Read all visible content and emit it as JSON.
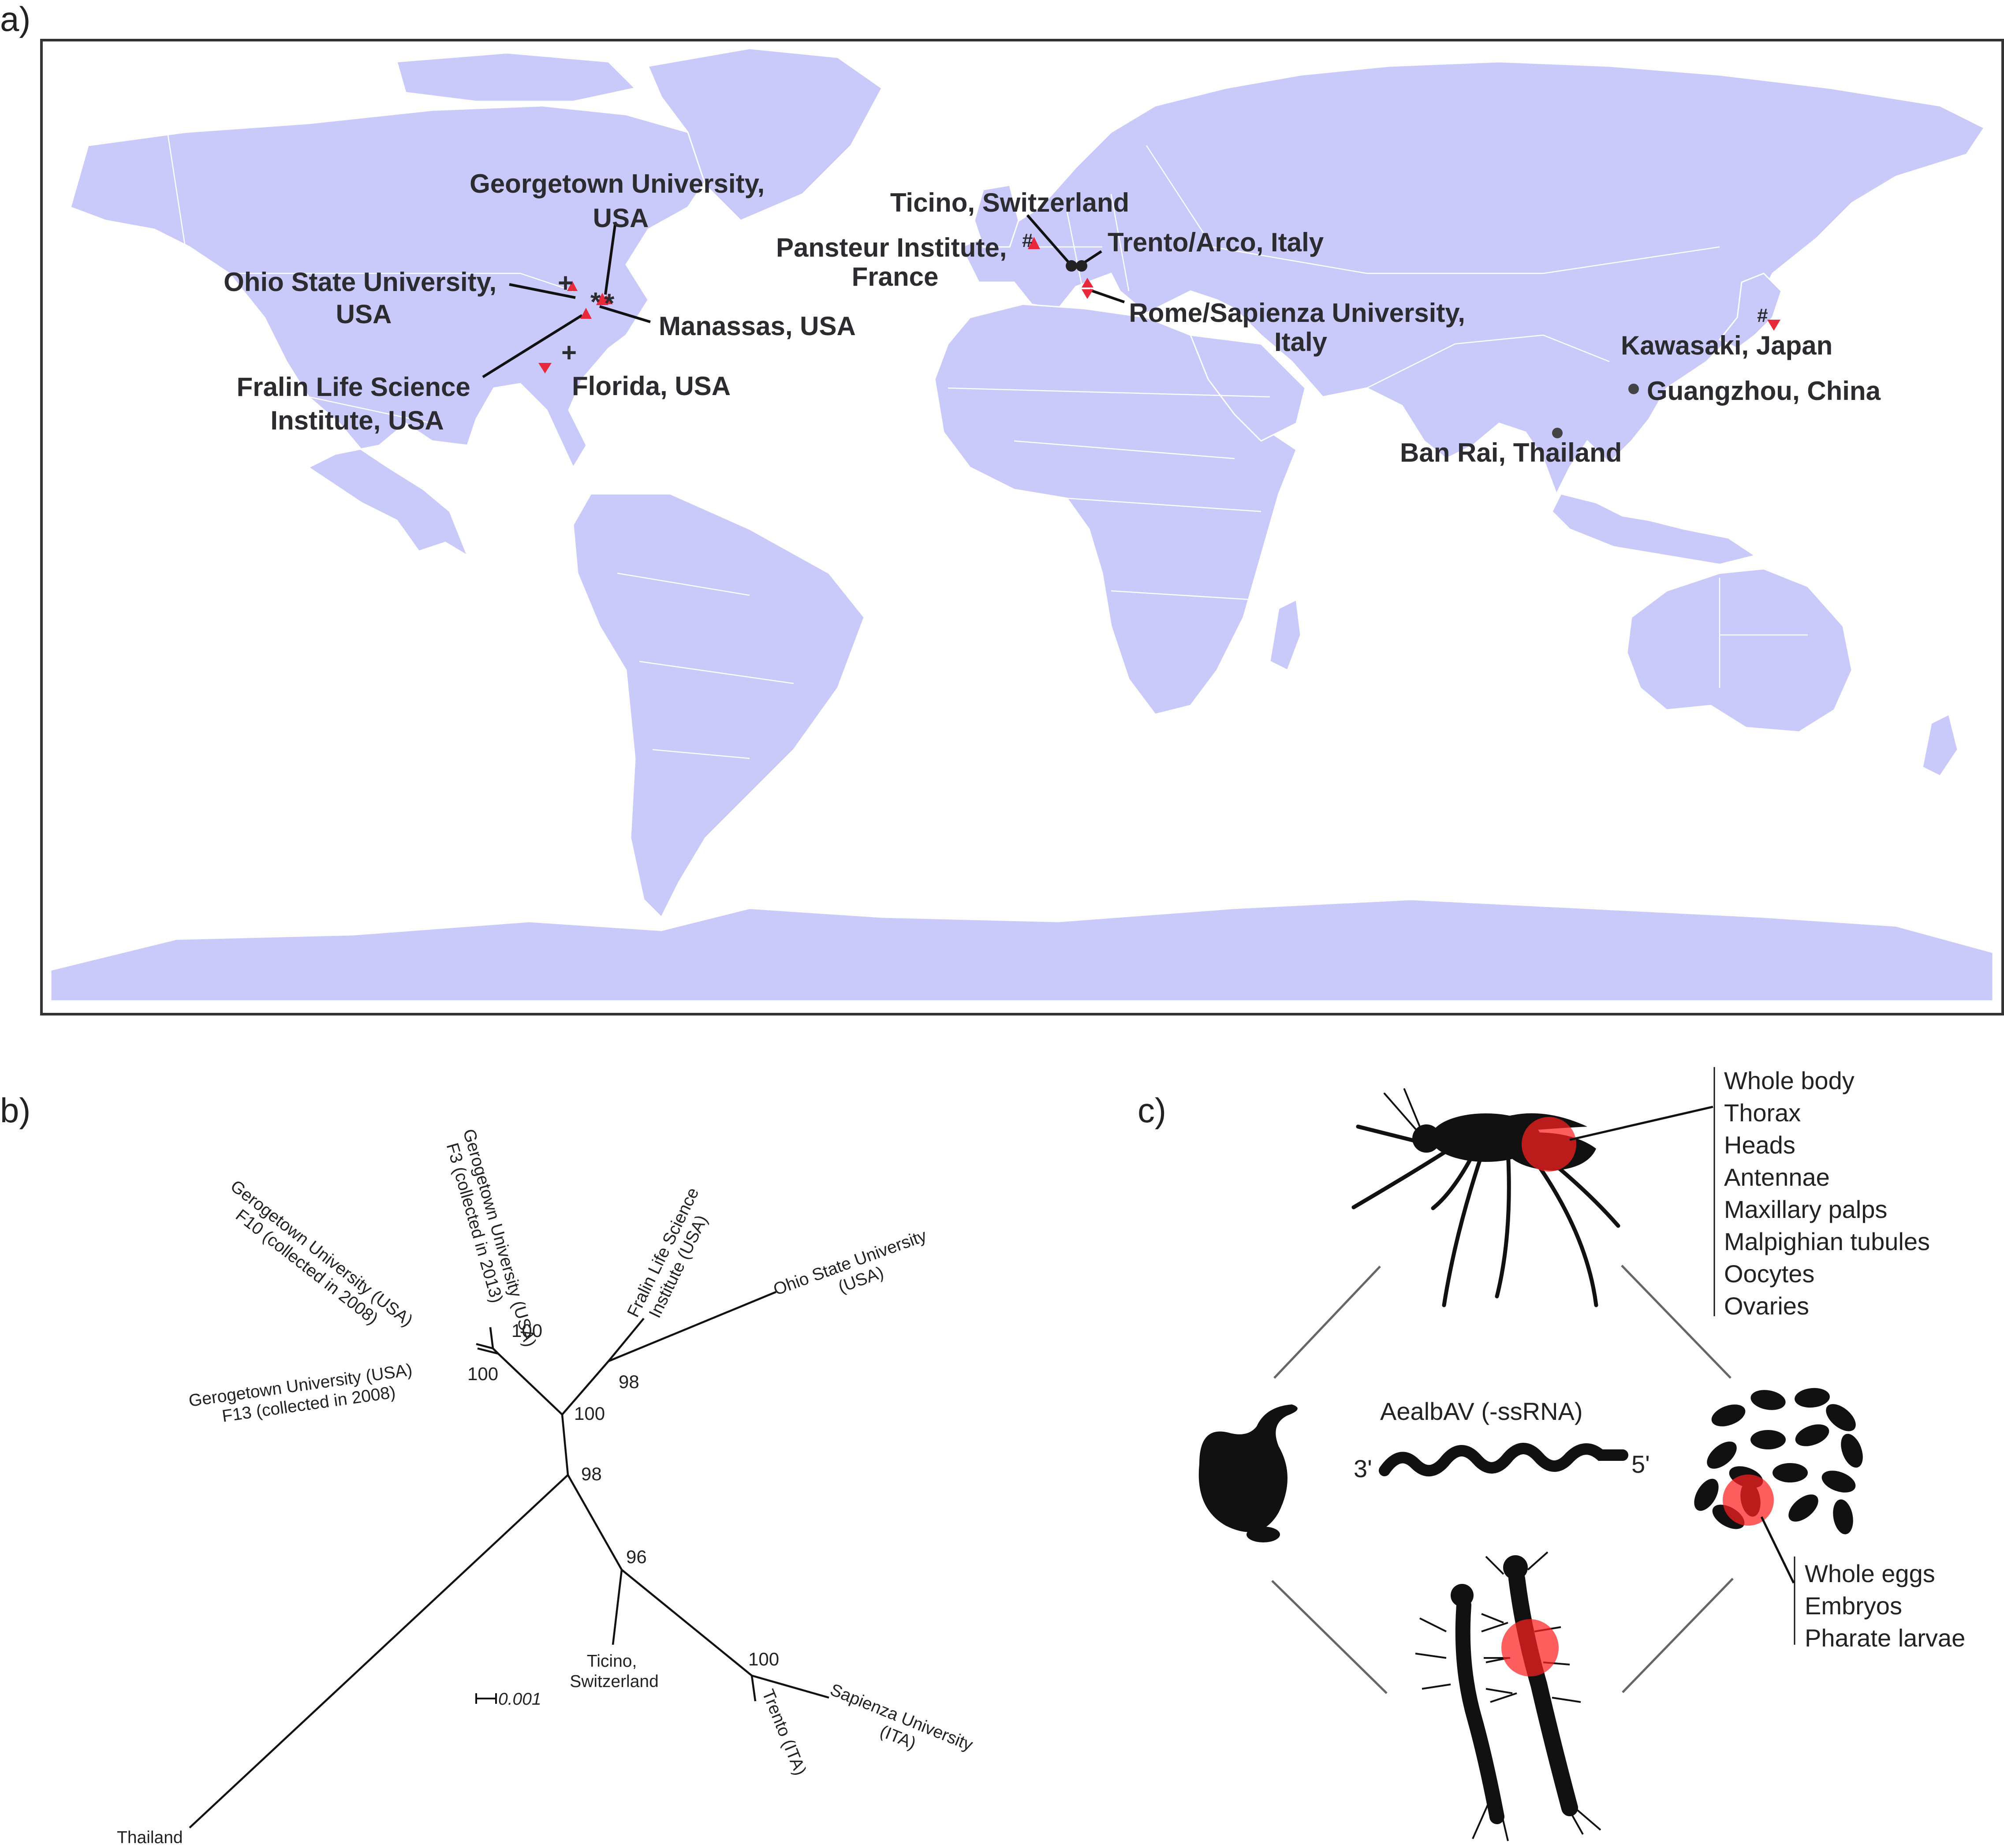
{
  "panels": {
    "a": "a)",
    "b": "b)",
    "c": "c)"
  },
  "map": {
    "sites": [
      {
        "id": "georgetown",
        "lines": [
          "Georgetown University,",
          "USA"
        ],
        "symbol": "*"
      },
      {
        "id": "ticino",
        "lines": [
          "Ticino, Switzerland"
        ]
      },
      {
        "id": "pasteur",
        "lines": [
          "Pansteur Institute,",
          "France"
        ],
        "symbol": "#"
      },
      {
        "id": "trento",
        "lines": [
          "Trento/Arco, Italy"
        ]
      },
      {
        "id": "ohio",
        "lines": [
          "Ohio State University,",
          "USA"
        ],
        "symbol": "+"
      },
      {
        "id": "manassas",
        "lines": [
          "Manassas, USA"
        ],
        "symbol": "*"
      },
      {
        "id": "rome",
        "lines": [
          "Rome/Sapienza University,",
          "Italy"
        ]
      },
      {
        "id": "fralin",
        "lines": [
          "Fralin Life Science",
          "Institute, USA"
        ]
      },
      {
        "id": "florida",
        "lines": [
          "Florida, USA"
        ],
        "symbol": "+"
      },
      {
        "id": "kawasaki",
        "lines": [
          "Kawasaki, Japan"
        ],
        "symbol": "#"
      },
      {
        "id": "guangzhou",
        "lines": [
          "Guangzhou, China"
        ]
      },
      {
        "id": "banrai",
        "lines": [
          "Ban Rai, Thailand"
        ]
      }
    ]
  },
  "tree": {
    "tips": [
      {
        "id": "f3",
        "lines": [
          "Gerogetown University (USA)",
          "F3 (collected in 2013)"
        ]
      },
      {
        "id": "f10",
        "lines": [
          "Gerogetown University (USA)",
          "F10 (collected in 2008)"
        ]
      },
      {
        "id": "f13",
        "lines": [
          "Gerogetown University (USA)",
          "F13 (collected in 2008)"
        ]
      },
      {
        "id": "fralin",
        "lines": [
          "Fralin Life Science",
          "Institute (USA)"
        ]
      },
      {
        "id": "ohio",
        "lines": [
          "Ohio State University",
          "(USA)"
        ]
      },
      {
        "id": "ticino",
        "lines": [
          "Ticino,",
          "Switzerland"
        ]
      },
      {
        "id": "trento",
        "lines": [
          "Trento (ITA)"
        ]
      },
      {
        "id": "sapienza",
        "lines": [
          "Sapienza University",
          "(ITA)"
        ]
      },
      {
        "id": "thailand",
        "lines": [
          "Thailand"
        ]
      }
    ],
    "bootstrap": {
      "ge_inner": "100",
      "ge_mid": "100",
      "usa": "100",
      "usa_fralin": "98",
      "root": "98",
      "europe": "96",
      "italy": "100"
    },
    "scale": "0.001"
  },
  "lifecycle": {
    "virus": "AealbAV (-ssRNA)",
    "three_prime": "3'",
    "five_prime": "5'",
    "adult_tissues": [
      "Whole body",
      "Thorax",
      "Heads",
      "Antennae",
      "Maxillary palps",
      "Malpighian tubules",
      "Oocytes",
      "Ovaries"
    ],
    "egg_tissues": [
      "Whole eggs",
      "Embryos",
      "Pharate larvae"
    ]
  },
  "colors": {
    "land": "#c9caf9",
    "marker_red": "#e8293b",
    "marker_dark": "#222222",
    "highlight": "#ff2020"
  }
}
